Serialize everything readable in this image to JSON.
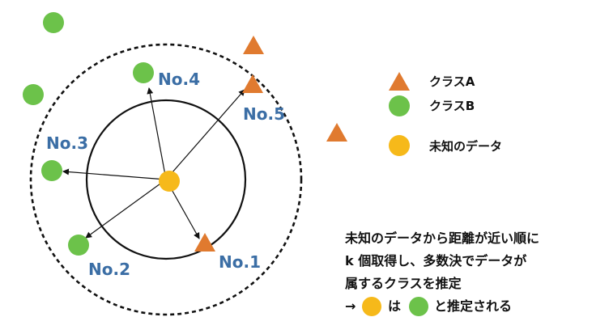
{
  "colors": {
    "class_a": "#e07a2f",
    "class_b": "#6cc24a",
    "unknown": "#f6b91a",
    "label_blue": "#3b6ea5",
    "line": "#111111"
  },
  "legend": {
    "class_a": "クラスA",
    "class_b": "クラスB",
    "unknown": "未知のデータ"
  },
  "neighbors": {
    "no1": "No.1",
    "no2": "No.2",
    "no3": "No.3",
    "no4": "No.4",
    "no5": "No.5"
  },
  "explanation": {
    "line1": "未知のデータから距離が近い順に",
    "line2": "k 個取得し、多数決でデータが",
    "line3": "属するクラスを推定",
    "line4_arrow": "→",
    "line4_mid": "は",
    "line4_end": "と推定される"
  }
}
